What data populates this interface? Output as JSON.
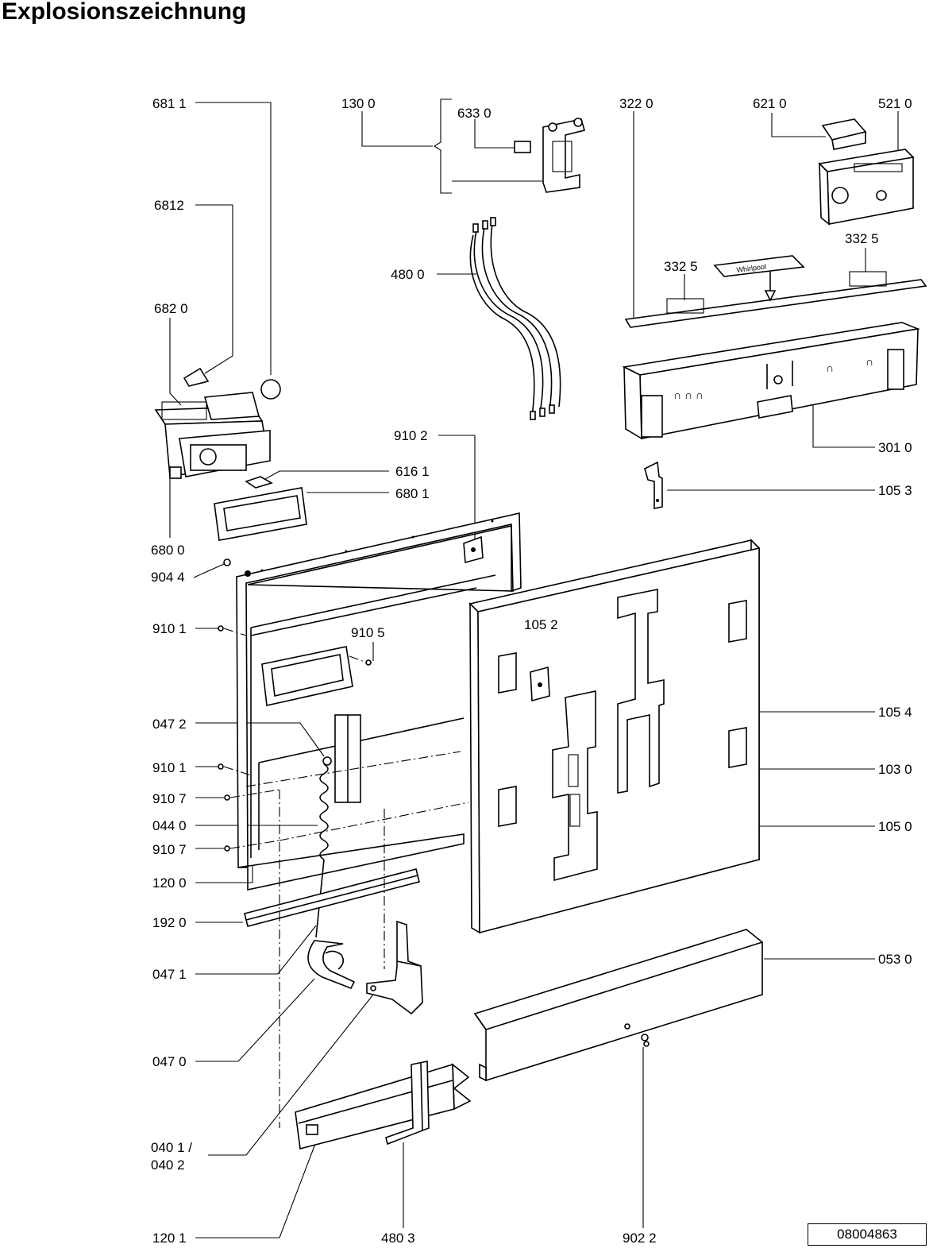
{
  "title": "Explosionszeichnung",
  "document_number": "08004863",
  "callouts": [
    {
      "id": "c6811",
      "label": "681 1"
    },
    {
      "id": "c6812",
      "label": "6812"
    },
    {
      "id": "c6820",
      "label": "682 0"
    },
    {
      "id": "c6800",
      "label": "680 0"
    },
    {
      "id": "c6161",
      "label": "616 1"
    },
    {
      "id": "c6801",
      "label": "680 1"
    },
    {
      "id": "c9044",
      "label": "904 4"
    },
    {
      "id": "c9101a",
      "label": "910 1"
    },
    {
      "id": "c9105",
      "label": "910 5"
    },
    {
      "id": "c0472",
      "label": "047 2"
    },
    {
      "id": "c9101b",
      "label": "910 1"
    },
    {
      "id": "c9107a",
      "label": "910 7"
    },
    {
      "id": "c0440",
      "label": "044 0"
    },
    {
      "id": "c9107b",
      "label": "910 7"
    },
    {
      "id": "c1200",
      "label": "120 0"
    },
    {
      "id": "c1920",
      "label": "192 0"
    },
    {
      "id": "c0471",
      "label": "047 1"
    },
    {
      "id": "c0470",
      "label": "047 0"
    },
    {
      "id": "c0401",
      "label": "040 1 /"
    },
    {
      "id": "c0402",
      "label": "040 2"
    },
    {
      "id": "c1201",
      "label": "120 1"
    },
    {
      "id": "c4803",
      "label": "480 3"
    },
    {
      "id": "c9022",
      "label": "902 2"
    },
    {
      "id": "c1300",
      "label": "130 0"
    },
    {
      "id": "c6330",
      "label": "633 0"
    },
    {
      "id": "c4800",
      "label": "480 0"
    },
    {
      "id": "c9102",
      "label": "910 2"
    },
    {
      "id": "c3220",
      "label": "322  0"
    },
    {
      "id": "c6210",
      "label": "621 0"
    },
    {
      "id": "c5210",
      "label": "521 0"
    },
    {
      "id": "c3325a",
      "label": "332  5"
    },
    {
      "id": "c3325b",
      "label": "332  5"
    },
    {
      "id": "c3010",
      "label": "301 0"
    },
    {
      "id": "c1053",
      "label": "105 3"
    },
    {
      "id": "c1052",
      "label": "105 2"
    },
    {
      "id": "c1054",
      "label": "105 4"
    },
    {
      "id": "c1030",
      "label": "103 0"
    },
    {
      "id": "c1050",
      "label": "105 0"
    },
    {
      "id": "c0530",
      "label": "053 0"
    }
  ],
  "plate_text": "Whirlpool"
}
